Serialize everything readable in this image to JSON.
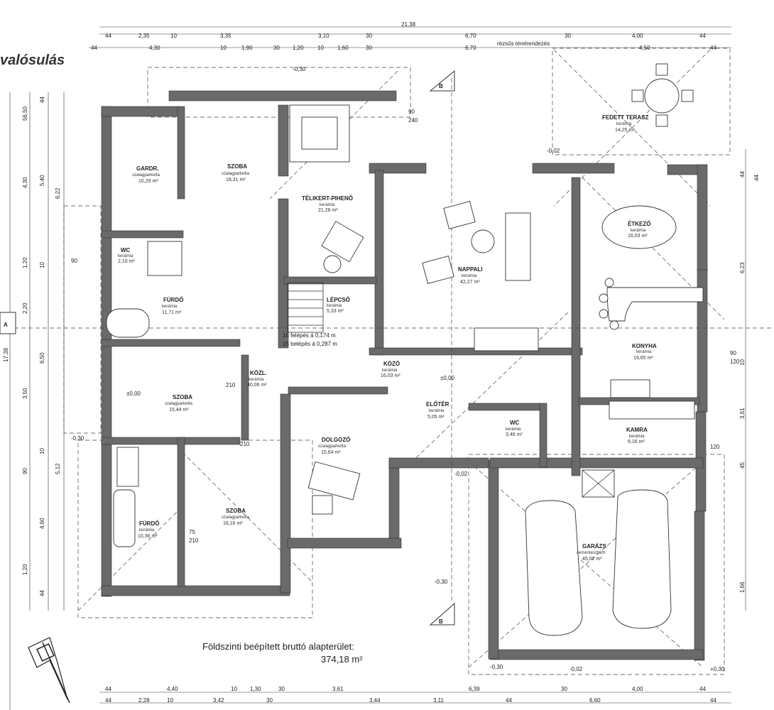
{
  "page": {
    "heading": "valósulás",
    "area_caption": "Földszinti beépített bruttó alapterület:",
    "area_value": "374,18 m²"
  },
  "section_marks": {
    "a": "A",
    "b": "B"
  },
  "rooms": [
    {
      "id": "gardrob",
      "name": "GARDR.",
      "sub": "szalagparketta",
      "area": "10,29 m²"
    },
    {
      "id": "szoba1",
      "name": "SZOBA",
      "sub": "szalagparketta",
      "area": "18,31 m²"
    },
    {
      "id": "telikert",
      "name": "TÉLIKERT-PIHENŐ",
      "sub": "kerámia",
      "area": "21,28 m²"
    },
    {
      "id": "fedett-terasz",
      "name": "FEDETT TERASZ",
      "sub": "kerámia",
      "area": "14,25 m²"
    },
    {
      "id": "wc1",
      "name": "WC",
      "sub": "kerámia",
      "area": "2,10 m²"
    },
    {
      "id": "furdo1",
      "name": "FÜRDŐ",
      "sub": "kerámia",
      "area": "11,71 m²"
    },
    {
      "id": "lepcso",
      "name": "LÉPCSŐ",
      "sub": "kerámia",
      "area": "5,33 m²"
    },
    {
      "id": "nappali",
      "name": "NAPPALI",
      "sub": "kerámia",
      "area": "42,27 m²"
    },
    {
      "id": "etkezo",
      "name": "ÉTKEZŐ",
      "sub": "kerámia",
      "area": "16,03 m²"
    },
    {
      "id": "konyha",
      "name": "KONYHA",
      "sub": "kerámia",
      "area": "19,65 m²"
    },
    {
      "id": "kozl",
      "name": "KÖZL.",
      "sub": "kerámia",
      "area": "40,06 m²"
    },
    {
      "id": "kozo",
      "name": "KÖZÖ",
      "sub": "kerámia",
      "area": "16,03 m²"
    },
    {
      "id": "szoba2",
      "name": "SZOBA",
      "sub": "szalagparketta",
      "area": "15,44 m²"
    },
    {
      "id": "eloter",
      "name": "ELŐTÉR",
      "sub": "kerámia",
      "area": "5,05 m²"
    },
    {
      "id": "wc2",
      "name": "WC",
      "sub": "kerámia",
      "area": "3,46 m²"
    },
    {
      "id": "kamra",
      "name": "KAMRA",
      "sub": "kerámia",
      "area": "6,16 m²"
    },
    {
      "id": "dolgozo",
      "name": "DOLGOZÓ",
      "sub": "szalagparketta",
      "area": "15,64 m²"
    },
    {
      "id": "furdo2",
      "name": "FÜRDŐ",
      "sub": "kerámia",
      "area": "10,36 m²"
    },
    {
      "id": "szoba3",
      "name": "SZOBA",
      "sub": "szalagparketta",
      "area": "16,16 m²"
    },
    {
      "id": "garazs",
      "name": "GARÁZS",
      "sub": "cementesztrich",
      "area": "45,02 m²"
    }
  ],
  "dimensions_top": [
    "44",
    "2,35",
    "10",
    "3,35",
    "3,10",
    "30",
    "6,70",
    "30",
    "4,00",
    "44"
  ],
  "dimensions_top2": [
    "44",
    "4,30",
    "10",
    "1,90",
    "30",
    "1,20",
    "10",
    "1,60",
    "30",
    "6,70",
    "4,50",
    "44"
  ],
  "top_total": "21,38",
  "dimensions_bottom": [
    "44",
    "4,40",
    "10",
    "1,30",
    "30",
    "3,61",
    "6,39",
    "30",
    "4,00",
    "44"
  ],
  "dimensions_bottom2": [
    "44",
    "2,28",
    "10",
    "3,42",
    "30",
    "3,44",
    "3,11",
    "44",
    "6,60",
    "44"
  ],
  "dimensions_left": [
    "44",
    "56,50",
    "4,30",
    "5,40",
    "6,22",
    "1,20",
    "10",
    "2,20",
    "6,50",
    "3,50",
    "10",
    "5,12",
    "90",
    "4,60",
    "1,20",
    "44"
  ],
  "dimensions_right": [
    "44",
    "6,23",
    "10",
    "3,61",
    "45",
    "1,66",
    "44"
  ],
  "left_total": "17,38",
  "levels": [
    "±0,00",
    "±0,00",
    "-0,02",
    "-0,02",
    "-0,30",
    "-0,30",
    "-0,30",
    "-0,02",
    "-0,30",
    "+0,30"
  ],
  "door_labels": [
    "90",
    "240",
    "90",
    "210",
    "90",
    "120",
    "75",
    "210",
    "120",
    "210"
  ],
  "notes": {
    "stairs1": "16 felépés á 0,174 m",
    "stairs2": "15 belépés á 0,287 m",
    "parapet": "rézsűs térelrendezés"
  }
}
